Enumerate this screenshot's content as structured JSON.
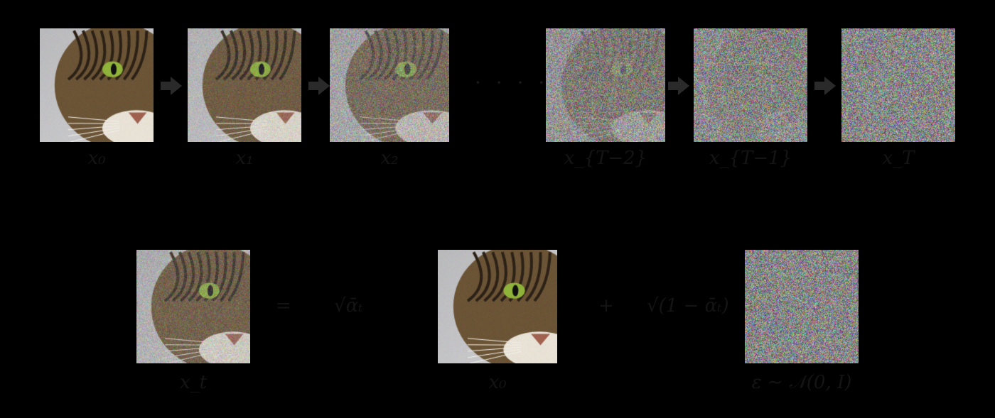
{
  "forward_chain": {
    "steps": [
      {
        "label": "x₀",
        "noise_level": 0.0
      },
      {
        "label": "x₁",
        "noise_level": 0.18
      },
      {
        "label": "x₂",
        "noise_level": 0.5
      },
      {
        "label": "x_{T−2}",
        "noise_level": 0.78
      },
      {
        "label": "x_{T−1}",
        "noise_level": 0.93
      },
      {
        "label": "x_T",
        "noise_level": 1.0
      }
    ],
    "ellipsis": "· · · ·"
  },
  "equation": {
    "lhs_label": "x_t",
    "lhs_noise_level": 0.3,
    "eq_sign": "=",
    "coef1": "√ᾱₜ",
    "clean_label": "x₀",
    "plus_sign": "+",
    "coef2": "√(1 − ᾱₜ)",
    "noise_label": "ε ∼ 𝒩(0, I)",
    "noise_noise_level": 1.0
  },
  "colors": {
    "background": "#000000",
    "text": "#141414",
    "arrow": "#2a2a2a"
  }
}
